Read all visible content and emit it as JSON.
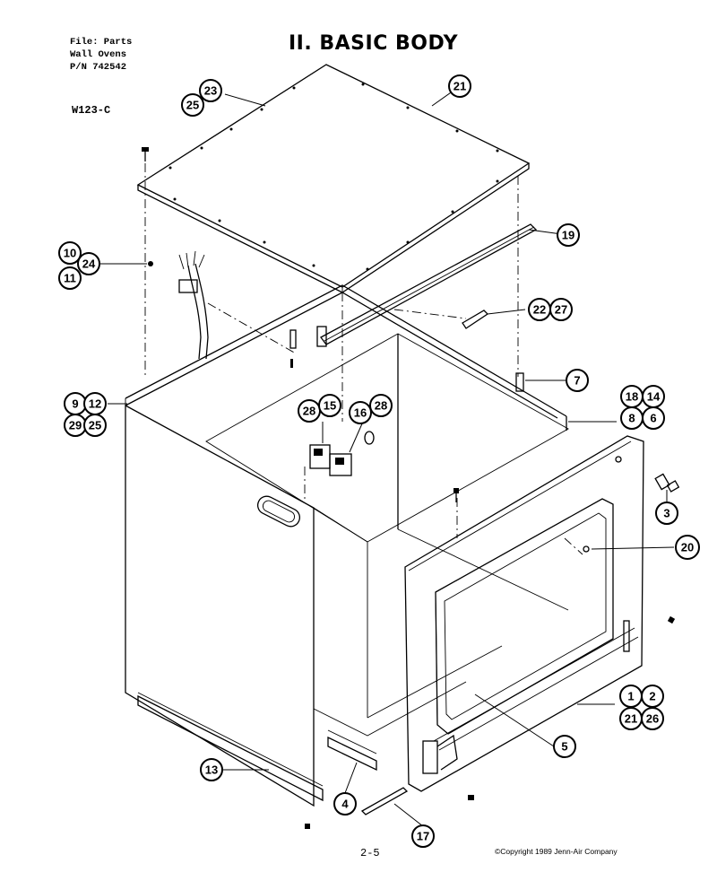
{
  "header": {
    "file_line": "File: Parts",
    "product_line": "Wall Ovens",
    "pn_line": "P/N 742542",
    "model": "W123-C"
  },
  "title": "II. BASIC BODY",
  "footer": {
    "page": "2-5",
    "copyright": "©Copyright 1989 Jenn-Air Company"
  },
  "callouts": [
    {
      "id": "c-23",
      "label": "23"
    },
    {
      "id": "c-25a",
      "label": "25"
    },
    {
      "id": "c-21a",
      "label": "21"
    },
    {
      "id": "c-19",
      "label": "19"
    },
    {
      "id": "c-10",
      "label": "10"
    },
    {
      "id": "c-24",
      "label": "24"
    },
    {
      "id": "c-11",
      "label": "11"
    },
    {
      "id": "c-22",
      "label": "22"
    },
    {
      "id": "c-27",
      "label": "27"
    },
    {
      "id": "c-7",
      "label": "7"
    },
    {
      "id": "c-9",
      "label": "9"
    },
    {
      "id": "c-12",
      "label": "12"
    },
    {
      "id": "c-29",
      "label": "29"
    },
    {
      "id": "c-25b",
      "label": "25"
    },
    {
      "id": "c-18",
      "label": "18"
    },
    {
      "id": "c-14",
      "label": "14"
    },
    {
      "id": "c-8",
      "label": "8"
    },
    {
      "id": "c-6",
      "label": "6"
    },
    {
      "id": "c-28a",
      "label": "28"
    },
    {
      "id": "c-15",
      "label": "15"
    },
    {
      "id": "c-16",
      "label": "16"
    },
    {
      "id": "c-28b",
      "label": "28"
    },
    {
      "id": "c-3",
      "label": "3"
    },
    {
      "id": "c-20",
      "label": "20"
    },
    {
      "id": "c-1",
      "label": "1"
    },
    {
      "id": "c-2",
      "label": "2"
    },
    {
      "id": "c-21b",
      "label": "21"
    },
    {
      "id": "c-26",
      "label": "26"
    },
    {
      "id": "c-5",
      "label": "5"
    },
    {
      "id": "c-13",
      "label": "13"
    },
    {
      "id": "c-4",
      "label": "4"
    },
    {
      "id": "c-17",
      "label": "17"
    }
  ]
}
